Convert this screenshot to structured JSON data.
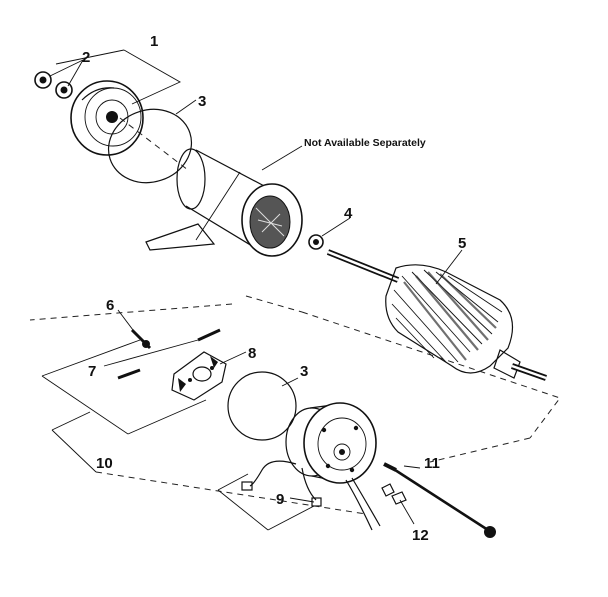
{
  "callouts": {
    "c1": "1",
    "c2": "2",
    "c3a": "3",
    "c4": "4",
    "c5": "5",
    "c6": "6",
    "c7": "7",
    "c8": "8",
    "c3b": "3",
    "c10": "10",
    "c11": "11",
    "c9": "9",
    "c12": "12"
  },
  "note": "Not Available Separately"
}
